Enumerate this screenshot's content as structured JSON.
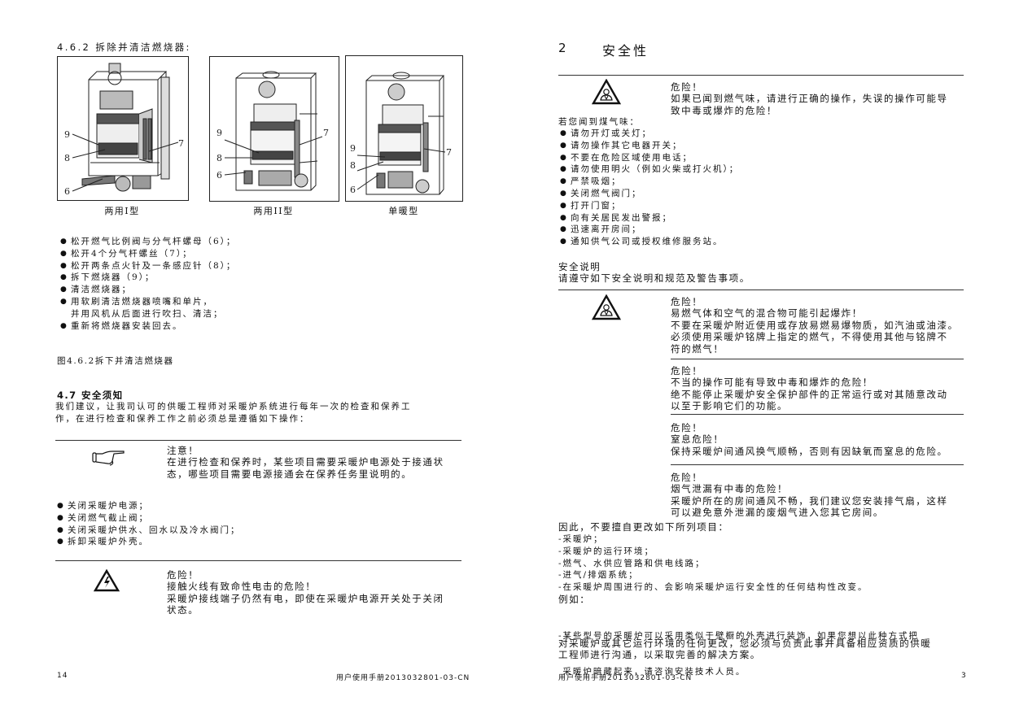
{
  "left_page": {
    "section_heading": "4.6.2 拆除并清洁燃烧器:",
    "figures": [
      {
        "caption": "两用I型",
        "labels": [
          "9",
          "8",
          "6",
          "7"
        ]
      },
      {
        "caption": "两用II型",
        "labels": [
          "9",
          "8",
          "6",
          "7"
        ]
      },
      {
        "caption": "单暖型",
        "labels": [
          "9",
          "8",
          "6",
          "7"
        ]
      }
    ],
    "steps": [
      "松开燃气比例阀与分气杆螺母（6）；",
      "松开4个分气杆螺丝（7）；",
      "松开两条点火针及一条感应针（8）；",
      "拆下燃烧器（9）；",
      "清洁燃烧器；",
      "用软刷清洁燃烧器喷嘴和单片，",
      "重新将燃烧器安装回去。"
    ],
    "step_continuation": "并用风机从后面进行吹扫、清洁；",
    "figure_caption": "图4.6.2拆下并清洁燃烧器",
    "safety_heading": "4.7  安全须知",
    "safety_intro_lines": [
      "我们建议，让我司认可的供暖工程师对采暖炉系统进行每年一次的检查和保养工",
      "作，在进行检查和保养工作之前必须总是遵循如下操作："
    ],
    "notice": {
      "icon": "pointing-hand-icon",
      "title": "注意！",
      "lines": [
        "在进行检查和保养时，某些项目需要采暖炉电源处于接通状",
        "态，哪些项目需要电源接通会在保养任务里说明的。"
      ]
    },
    "preparation_steps": [
      "关闭采暖炉电源；",
      "关闭燃气截止阀；",
      "关闭采暖炉供水、回水以及冷水阀门；",
      "拆卸采暖炉外壳。"
    ],
    "danger": {
      "icon": "electric-shock-warning-icon",
      "title": "危险！",
      "lines": [
        "接触火线有致命性电击的危险！",
        "采暖炉接线端子仍然有电，即使在采暖炉电源开关处于关闭",
        "状态。"
      ]
    },
    "footer": {
      "page_number": "14",
      "doc_id": "用户使用手册2013032801-03-CN"
    }
  },
  "right_page": {
    "chapter_number": "2",
    "chapter_title": "安全性",
    "gas_danger": {
      "icon": "poison-warning-icon",
      "title": "危险！",
      "lines": [
        "如果已闻到燃气味，请进行正确的操作，失误的操作可能导",
        "致中毒或爆炸的危险！"
      ]
    },
    "gas_smell_intro": "若您闻到煤气味：",
    "gas_smell_steps": [
      "请勿开灯或关灯；",
      "请勿操作其它电器开关；",
      "不要在危险区域使用电话；",
      "请勿使用明火（例如火柴或打火机）；",
      "严禁吸烟；",
      "关闭燃气阀门；",
      "打开门窗；",
      "向有关居民发出警报；",
      "迅速离开房间；",
      "通知供气公司或授权维修服务站。"
    ],
    "safety_notes_heading": "安全说明",
    "safety_notes_intro": "请遵守如下安全说明和规范及警告事项。",
    "dangers": [
      {
        "icon": "poison-warning-icon",
        "title": "危险！",
        "lines": [
          "易燃气体和空气的混合物可能引起爆炸！",
          "不要在采暖炉附近使用或存放易燃易爆物质，如汽油或油漆。",
          "必须使用采暖炉铭牌上指定的燃气，不得使用其他与铭牌不",
          "符的燃气！"
        ]
      },
      {
        "title": "危险！",
        "lines": [
          "不当的操作可能有导致中毒和爆炸的危险！",
          "绝不能停止采暖炉安全保护部件的正常运行或对其随意改动",
          "以至于影响它们的功能。"
        ]
      },
      {
        "title": "危险！",
        "lines": [
          "窒息危险！",
          "保持采暖炉间通风换气顺畅，否则有因缺氧而窒息的危险。"
        ]
      },
      {
        "title": "危险！",
        "lines": [
          "烟气泄漏有中毒的危险！",
          "采暖炉所在的房间通风不畅，我们建议您安装排气扇，这样",
          "可以避免意外泄漏的废烟气进入您其它房间。"
        ]
      }
    ],
    "no_modify_heading": "因此，不要擅自更改如下所列项目：",
    "no_modify_items": [
      "-采暖炉；",
      "-采暖炉的运行环境；",
      "-燃气、水供应管路和供电线路；",
      "-进气/排烟系统；",
      "-在采暖炉周围进行的、会影响采暖炉运行安全性的任何结构性改变。"
    ],
    "example_heading": "例如：",
    "example_lines": [
      "-某些型号的采暖炉可以采用类似于壁橱的外壳进行装饰，如果您想以此种方式把",
      " 采暖炉暗藏起来，请咨询安装技术人员。"
    ],
    "closing_lines": [
      "对采暖炉或其它运行环境的任何更改，您必须与负责此事并具备相应资质的供暖",
      "工程师进行沟通，以采取完善的解决方案。"
    ],
    "footer": {
      "doc_id": "用户使用手册2013032801-03-CN",
      "page_number": "3"
    }
  }
}
